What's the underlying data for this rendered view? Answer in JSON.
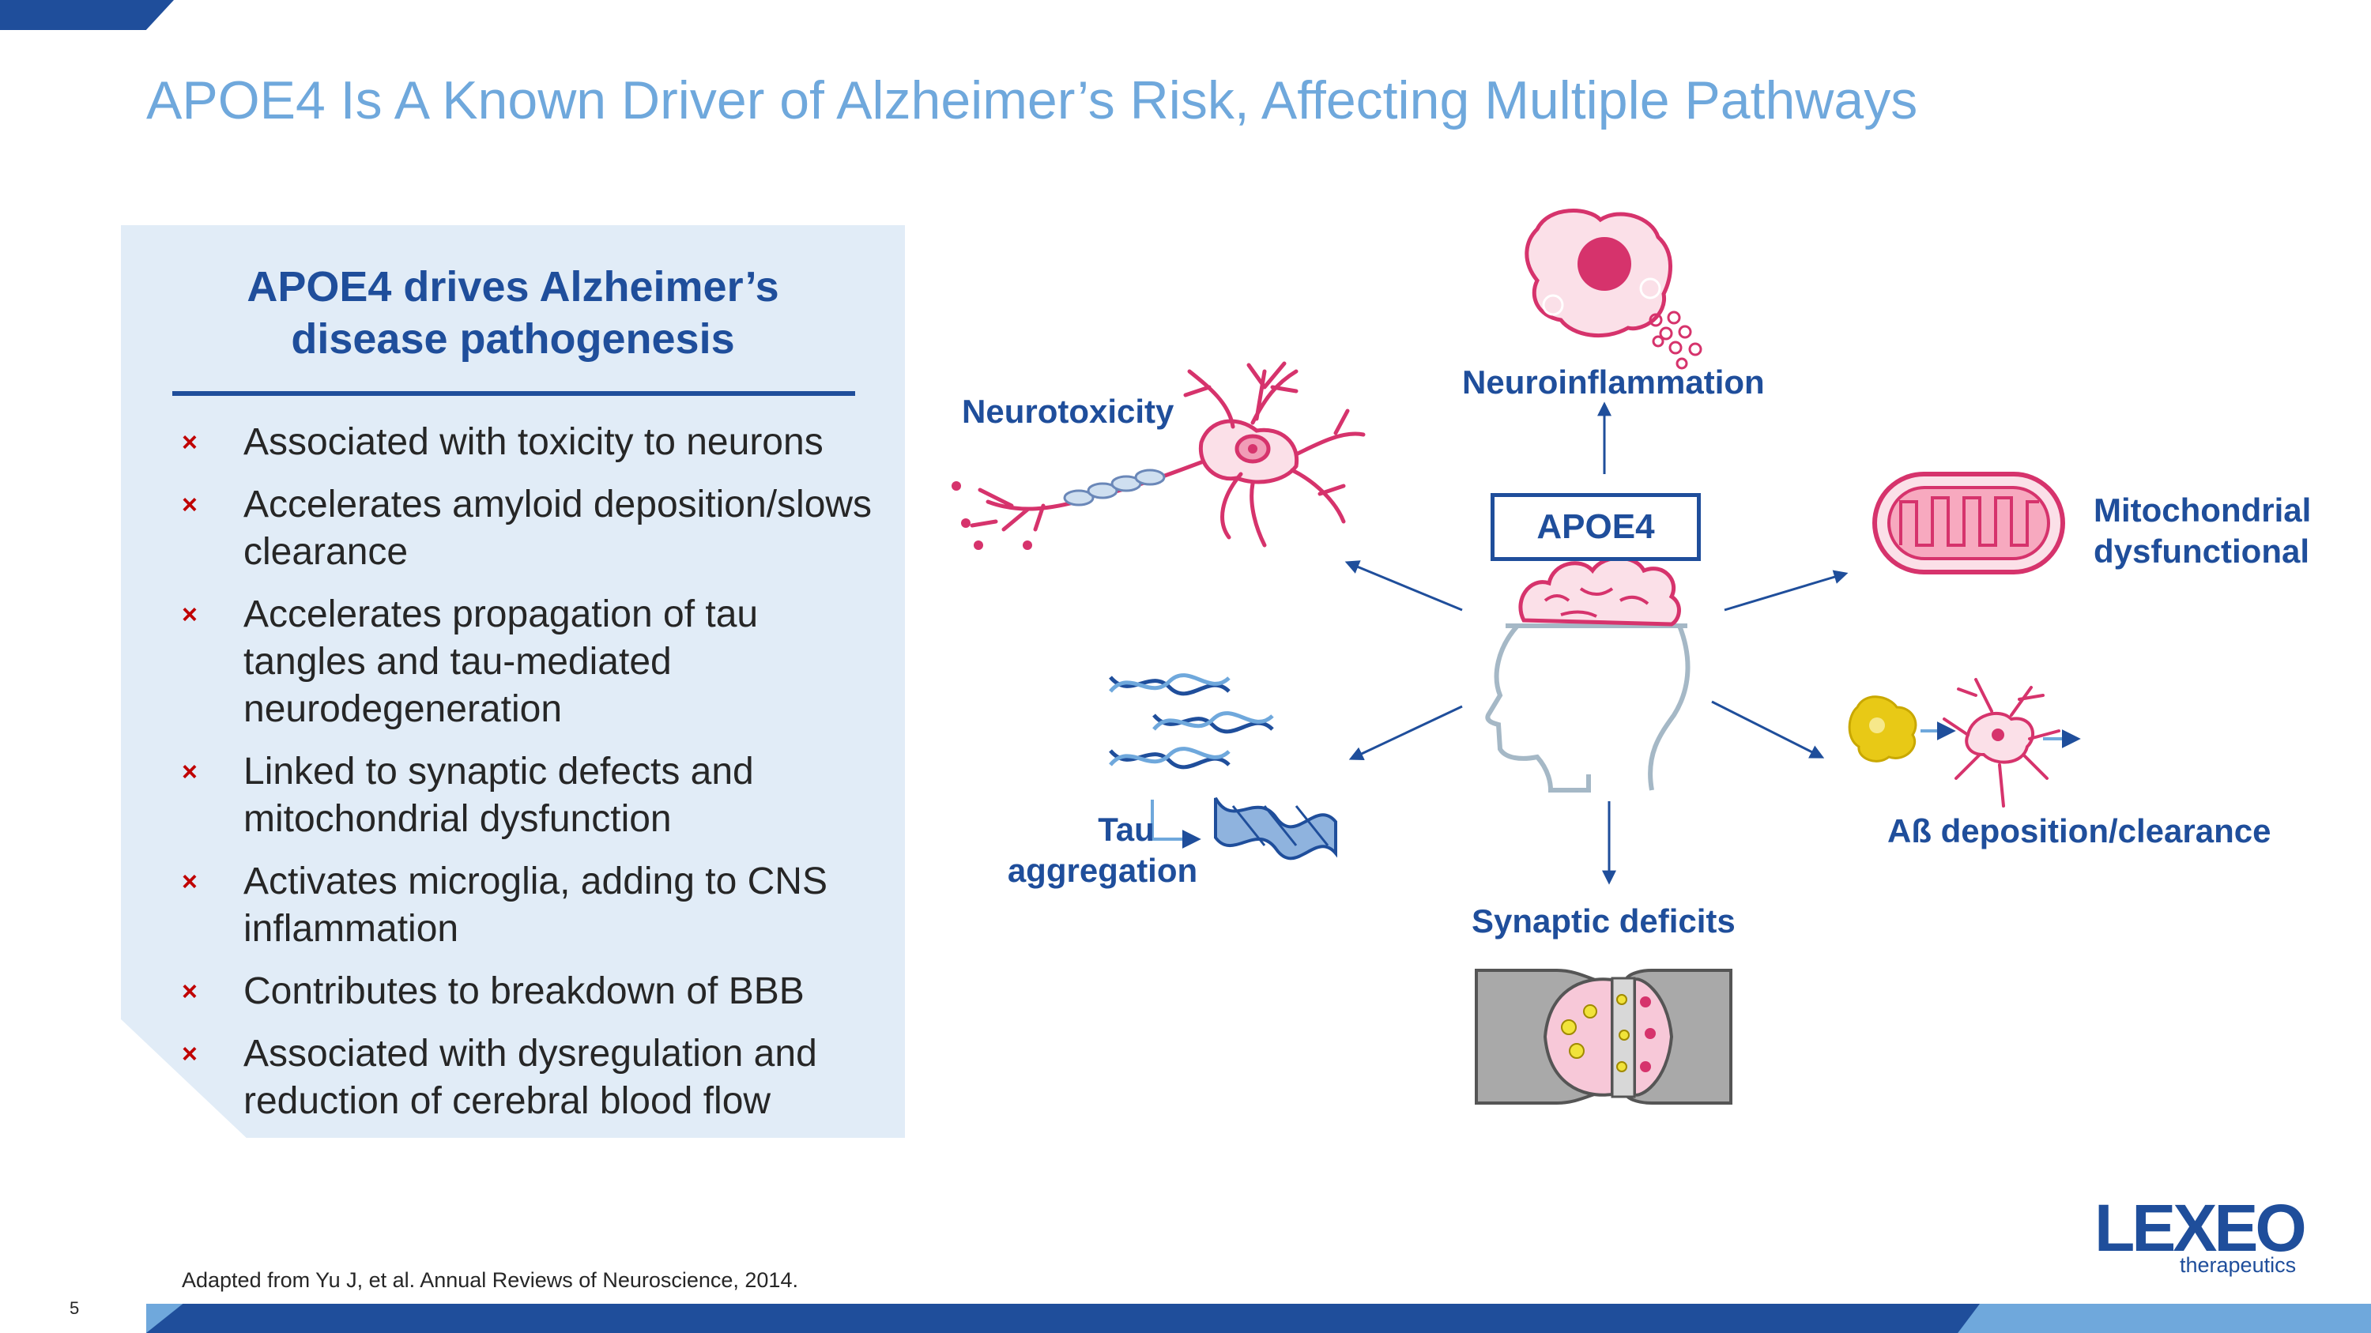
{
  "title": "APOE4 Is A Known Driver of Alzheimer’s Risk, Affecting Multiple Pathways",
  "panel": {
    "heading_line1": "APOE4 drives Alzheimer’s",
    "heading_line2": "disease pathogenesis",
    "bullet_marker": "×",
    "bullets": [
      "Associated with toxicity to neurons",
      "Accelerates amyloid deposition/slows clearance",
      "Accelerates propagation of tau tangles and tau-mediated neurodegeneration",
      "Linked to synaptic defects and mitochondrial dysfunction",
      "Activates microglia, adding to CNS inflammation",
      "Contributes to breakdown of BBB",
      "Associated with dysregulation and reduction of cerebral blood flow"
    ]
  },
  "diagram": {
    "center": "APOE4",
    "nodes": {
      "neuroinflammation": "Neuroinflammation",
      "neurotoxicity": "Neurotoxicity",
      "mito_line1": "Mitochondrial",
      "mito_line2": "dysfunctional",
      "tau_line1": "Tau",
      "tau_line2": "aggregation",
      "abeta": "Aß deposition/clearance",
      "synaptic": "Synaptic deficits"
    },
    "icons": [
      "head-brain-icon",
      "microglia-icon",
      "neuron-icon",
      "mitochondrion-icon",
      "dna-tau-icon",
      "amyloid-neuron-icon",
      "synapse-icon"
    ]
  },
  "footnote": "Adapted from Yu J, et al. Annual Reviews of Neuroscience, 2014.",
  "page_number": "5",
  "logo": {
    "word": "LEXEO",
    "sub": "therapeutics"
  },
  "colors": {
    "navy": "#1f4e9b",
    "light_blue": "#6fa8dc",
    "panel": "#e1ecf7",
    "pink": "#d6336c",
    "red_marker": "#c00000"
  }
}
